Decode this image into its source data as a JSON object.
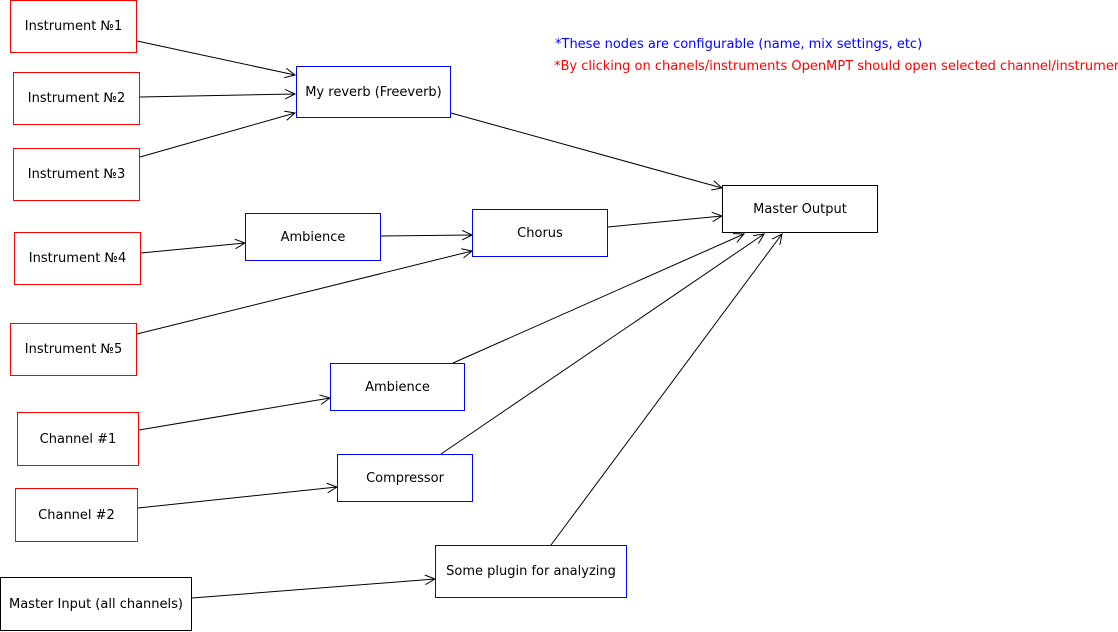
{
  "notes": [
    {
      "text": "*These nodes are configurable (name, mix settings, etc)",
      "color": "#0000ff"
    },
    {
      "text": "*By clicking on chanels/instruments OpenMPT should open selected channel/instrumen",
      "color": "#ff0000"
    }
  ],
  "colors": {
    "source": "#ff0000",
    "configurable": "#0000ff",
    "io": "#000000"
  },
  "nodes": [
    {
      "id": "inst1",
      "label": "Instrument №1",
      "kind": "source"
    },
    {
      "id": "inst2",
      "label": "Instrument №2",
      "kind": "source"
    },
    {
      "id": "inst3",
      "label": "Instrument №3",
      "kind": "source"
    },
    {
      "id": "inst4",
      "label": "Instrument №4",
      "kind": "source"
    },
    {
      "id": "inst5",
      "label": "Instrument №5",
      "kind": "source"
    },
    {
      "id": "ch1",
      "label": "Channel #1",
      "kind": "source"
    },
    {
      "id": "ch2",
      "label": "Channel #2",
      "kind": "source"
    },
    {
      "id": "masterin",
      "label": "Master Input (all channels)",
      "kind": "io"
    },
    {
      "id": "reverb",
      "label": "My reverb (Freeverb)",
      "kind": "configurable"
    },
    {
      "id": "amb1",
      "label": "Ambience",
      "kind": "configurable"
    },
    {
      "id": "chorus",
      "label": "Chorus",
      "kind": "configurable"
    },
    {
      "id": "amb2",
      "label": "Ambience",
      "kind": "configurable"
    },
    {
      "id": "comp",
      "label": "Compressor",
      "kind": "configurable"
    },
    {
      "id": "plugin",
      "label": "Some plugin for analyzing",
      "kind": "configurable"
    },
    {
      "id": "masterout",
      "label": "Master Output",
      "kind": "io"
    }
  ],
  "edges": [
    {
      "from": "inst1",
      "to": "reverb"
    },
    {
      "from": "inst2",
      "to": "reverb"
    },
    {
      "from": "inst3",
      "to": "reverb"
    },
    {
      "from": "reverb",
      "to": "masterout"
    },
    {
      "from": "inst4",
      "to": "amb1"
    },
    {
      "from": "amb1",
      "to": "chorus"
    },
    {
      "from": "inst5",
      "to": "chorus"
    },
    {
      "from": "chorus",
      "to": "masterout"
    },
    {
      "from": "amb2",
      "to": "masterout"
    },
    {
      "from": "ch1",
      "to": "amb2"
    },
    {
      "from": "comp",
      "to": "masterout"
    },
    {
      "from": "ch2",
      "to": "comp"
    },
    {
      "from": "masterin",
      "to": "plugin"
    },
    {
      "from": "plugin",
      "to": "masterout"
    }
  ]
}
